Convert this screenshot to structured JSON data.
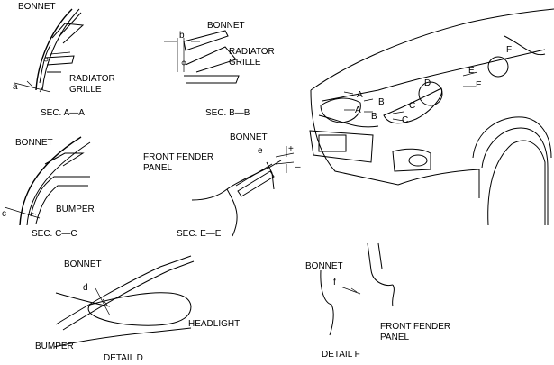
{
  "labels": {
    "bonnet": "BONNET",
    "radiator_grille_1": "RADIATOR",
    "radiator_grille_2": "GRILLE",
    "bumper": "BUMPER",
    "headlight": "HEADLIGHT",
    "front_fender_1": "FRONT FENDER",
    "front_fender_2": "PANEL",
    "plus": "+",
    "minus": "–"
  },
  "sections": {
    "aa": "SEC. A—A",
    "bb": "SEC. B—B",
    "cc": "SEC. C—C",
    "ee": "SEC. E—E",
    "detail_d": "DETAIL D",
    "detail_f": "DETAIL F"
  },
  "dims": {
    "a": "a",
    "b": "b",
    "c": "c",
    "d": "d",
    "e": "e",
    "f": "f"
  },
  "callouts": {
    "A": "A",
    "B": "B",
    "C": "C",
    "D": "D",
    "E": "E",
    "F": "F"
  }
}
